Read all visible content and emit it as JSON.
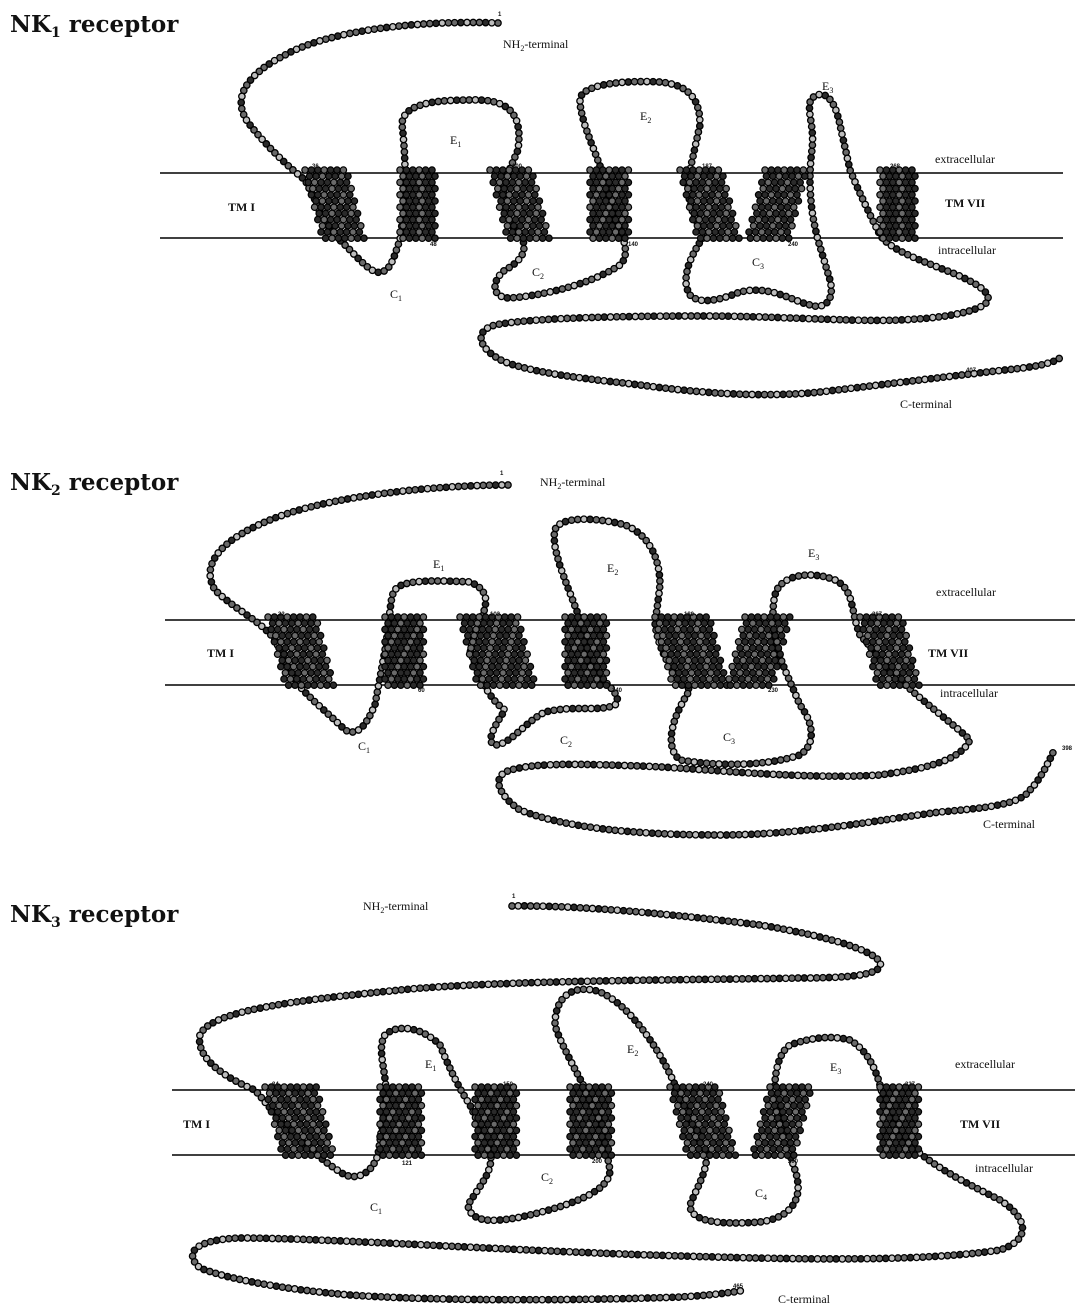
{
  "panels": [
    {
      "id": "nk1",
      "title": "NK",
      "title_sub": "1",
      "title_rest": " receptor",
      "labels": {
        "nh2": "NH",
        "nh2_sub": "2",
        "nh2_rest": "-terminal",
        "c_terminal": "C-terminal",
        "extracellular": "extracellular",
        "intracellular": "intracellular",
        "tm_first": "TM I",
        "tm_last": "TM VII",
        "e1": "E",
        "e1_sub": "1",
        "e2": "E",
        "e2_sub": "2",
        "e3": "E",
        "e3_sub": "3",
        "c1": "C",
        "c1_sub": "1",
        "c2": "C",
        "c2_sub": "2",
        "c3": "C",
        "c3_sub": "3"
      },
      "residue_numbers": [
        "1",
        "36",
        "48",
        "100",
        "140",
        "187",
        "240",
        "268",
        "407"
      ]
    },
    {
      "id": "nk2",
      "title": "NK",
      "title_sub": "2",
      "title_rest": " receptor",
      "labels": {
        "nh2": "NH",
        "nh2_sub": "2",
        "nh2_rest": "-terminal",
        "c_terminal": "C-terminal",
        "extracellular": "extracellular",
        "intracellular": "intracellular",
        "tm_first": "TM I",
        "tm_last": "TM VII",
        "e1": "E",
        "e1_sub": "1",
        "e2": "E",
        "e2_sub": "2",
        "e3": "E",
        "e3_sub": "3",
        "c1": "C",
        "c1_sub": "1",
        "c2": "C",
        "c2_sub": "2",
        "c3": "C",
        "c3_sub": "3"
      },
      "residue_numbers": [
        "1",
        "32",
        "60",
        "103",
        "140",
        "180",
        "230",
        "267",
        "398"
      ]
    },
    {
      "id": "nk3",
      "title": "NK",
      "title_sub": "3",
      "title_rest": " receptor",
      "labels": {
        "nh2": "NH",
        "nh2_sub": "2",
        "nh2_rest": "-terminal",
        "c_terminal": "C-terminal",
        "extracellular": "extracellular",
        "intracellular": "intracellular",
        "tm_first": "TM I",
        "tm_last": "TM VII",
        "e1": "E",
        "e1_sub": "1",
        "e2": "E",
        "e2_sub": "2",
        "e3": "E",
        "e3_sub": "3",
        "c1": "C",
        "c1_sub": "1",
        "c2": "C",
        "c2_sub": "2",
        "c4": "C",
        "c4_sub": "4"
      },
      "residue_numbers": [
        "1",
        "84",
        "121",
        "150",
        "200",
        "240",
        "290",
        "337",
        "465"
      ]
    }
  ],
  "colors": {
    "bead_stroke": "#000000",
    "bead_dark": "#2a2a2a",
    "bead_mid": "#6a6a6a",
    "bead_light": "#bdbdbd",
    "membrane_line": "#000000",
    "text": "#111111"
  }
}
